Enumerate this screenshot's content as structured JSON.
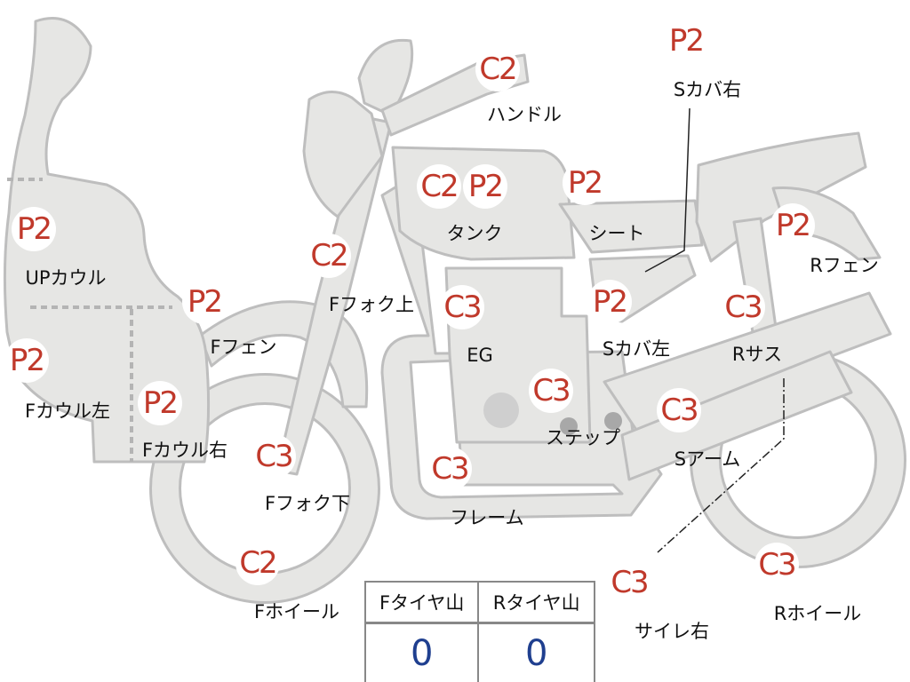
{
  "parts": [
    {
      "id": "upcowl",
      "code": "P2",
      "label": "UPカウル"
    },
    {
      "id": "fcowl-left",
      "code": "P2",
      "label": "Fカウル左"
    },
    {
      "id": "fcowl-right",
      "code": "P2",
      "label": "Fカウル右"
    },
    {
      "id": "ffender",
      "code": "P2",
      "label": "Fフェン"
    },
    {
      "id": "ffork-upper",
      "code": "C2",
      "label": "Fフォク上"
    },
    {
      "id": "ffork-lower",
      "code": "C3",
      "label": "Fフォク下"
    },
    {
      "id": "fwheel",
      "code": "C2",
      "label": "Fホイール"
    },
    {
      "id": "handle",
      "code": "C2",
      "label": "ハンドル"
    },
    {
      "id": "tank",
      "codes": [
        "C2",
        "P2"
      ],
      "label": "タンク"
    },
    {
      "id": "seat",
      "code": "P2",
      "label": "シート"
    },
    {
      "id": "scover-right",
      "code": "P2",
      "label": "Sカバ右"
    },
    {
      "id": "scover-left",
      "code": "P2",
      "label": "Sカバ左"
    },
    {
      "id": "rfender",
      "code": "P2",
      "label": "Rフェン"
    },
    {
      "id": "engine",
      "code": "C3",
      "label": "EG"
    },
    {
      "id": "step",
      "code": "C3",
      "label": "ステップ"
    },
    {
      "id": "frame",
      "code": "C3",
      "label": "フレーム"
    },
    {
      "id": "swingarm",
      "code": "C3",
      "label": "Sアーム"
    },
    {
      "id": "rsus",
      "code": "C3",
      "label": "Rサス"
    },
    {
      "id": "muffler-right",
      "code": "C3",
      "label": "サイレ右"
    },
    {
      "id": "rwheel",
      "code": "C3",
      "label": "Rホイール"
    }
  ],
  "tread_table": {
    "headers": [
      "Fタイヤ山",
      "Rタイヤ山"
    ],
    "values": [
      "0",
      "0"
    ]
  },
  "colors": {
    "body": "#e6e6e4",
    "outline": "#bebebe",
    "code": "#c0392b",
    "value": "#1f3f8f",
    "label": "#111111"
  }
}
